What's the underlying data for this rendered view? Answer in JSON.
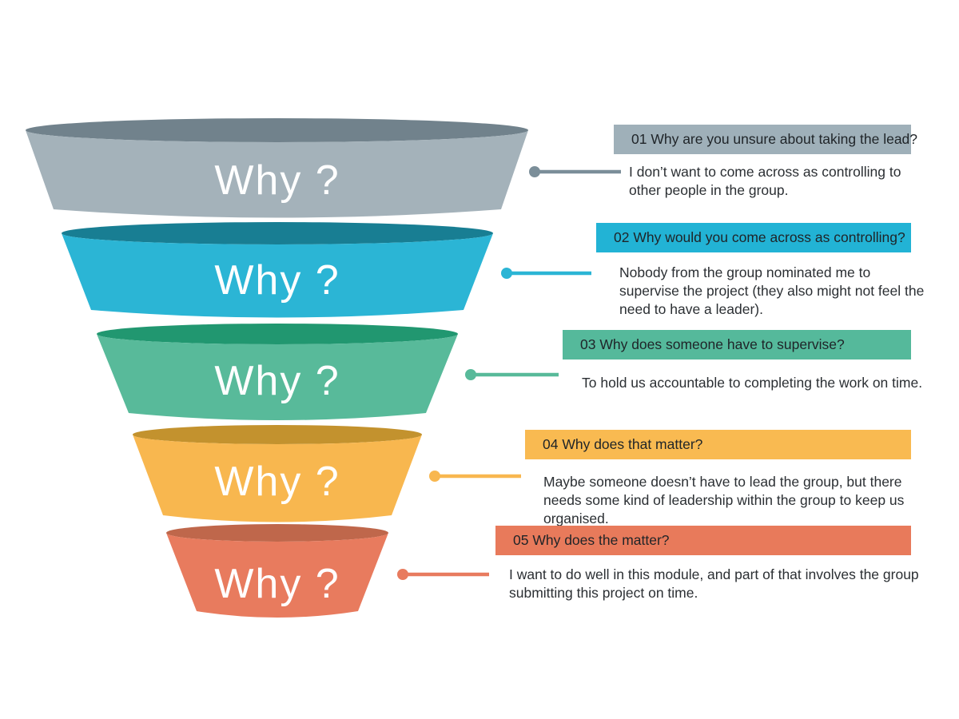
{
  "diagram": {
    "background_color": "#ffffff",
    "funnel": {
      "levels": [
        {
          "label": "Why ?",
          "body_color": "#a4b2ba",
          "top_color": "#71828c"
        },
        {
          "label": "Why ?",
          "body_color": "#2bb5d5",
          "top_color": "#187e93"
        },
        {
          "label": "Why ?",
          "body_color": "#58ba9a",
          "top_color": "#219770"
        },
        {
          "label": "Why ?",
          "body_color": "#f8b74f",
          "top_color": "#c3922e"
        },
        {
          "label": "Why ?",
          "body_color": "#e87b5e",
          "top_color": "#bf674b"
        }
      ]
    },
    "qa": [
      {
        "question": "01 Why are you unsure about taking the lead?",
        "answer": "I don’t want to come across as controlling to other people in the group.",
        "bar_color": "#9fb0b9",
        "connector_color": "#7b8e99"
      },
      {
        "question": "02 Why would you come across as controlling?",
        "answer": "Nobody from the group nominated me to supervise the project (they also might not feel the need to have a leader).",
        "bar_color": "#22b3d5",
        "connector_color": "#2bb5d5"
      },
      {
        "question": "03 Why does someone have to supervise?",
        "answer": "To hold us accountable to completing the work on time.",
        "bar_color": "#55b99b",
        "connector_color": "#58ba9a"
      },
      {
        "question": "04 Why does that matter?",
        "answer": "Maybe someone doesn’t have to lead the group, but there needs some kind of leadership within the group to keep us organised.",
        "bar_color": "#f9ba51",
        "connector_color": "#f8b74f"
      },
      {
        "question": "05 Why does the matter?",
        "answer": "I want to do well in this module, and part of that involves the group submitting this project on time.",
        "bar_color": "#e87a5b",
        "connector_color": "#e87b5e"
      }
    ]
  }
}
